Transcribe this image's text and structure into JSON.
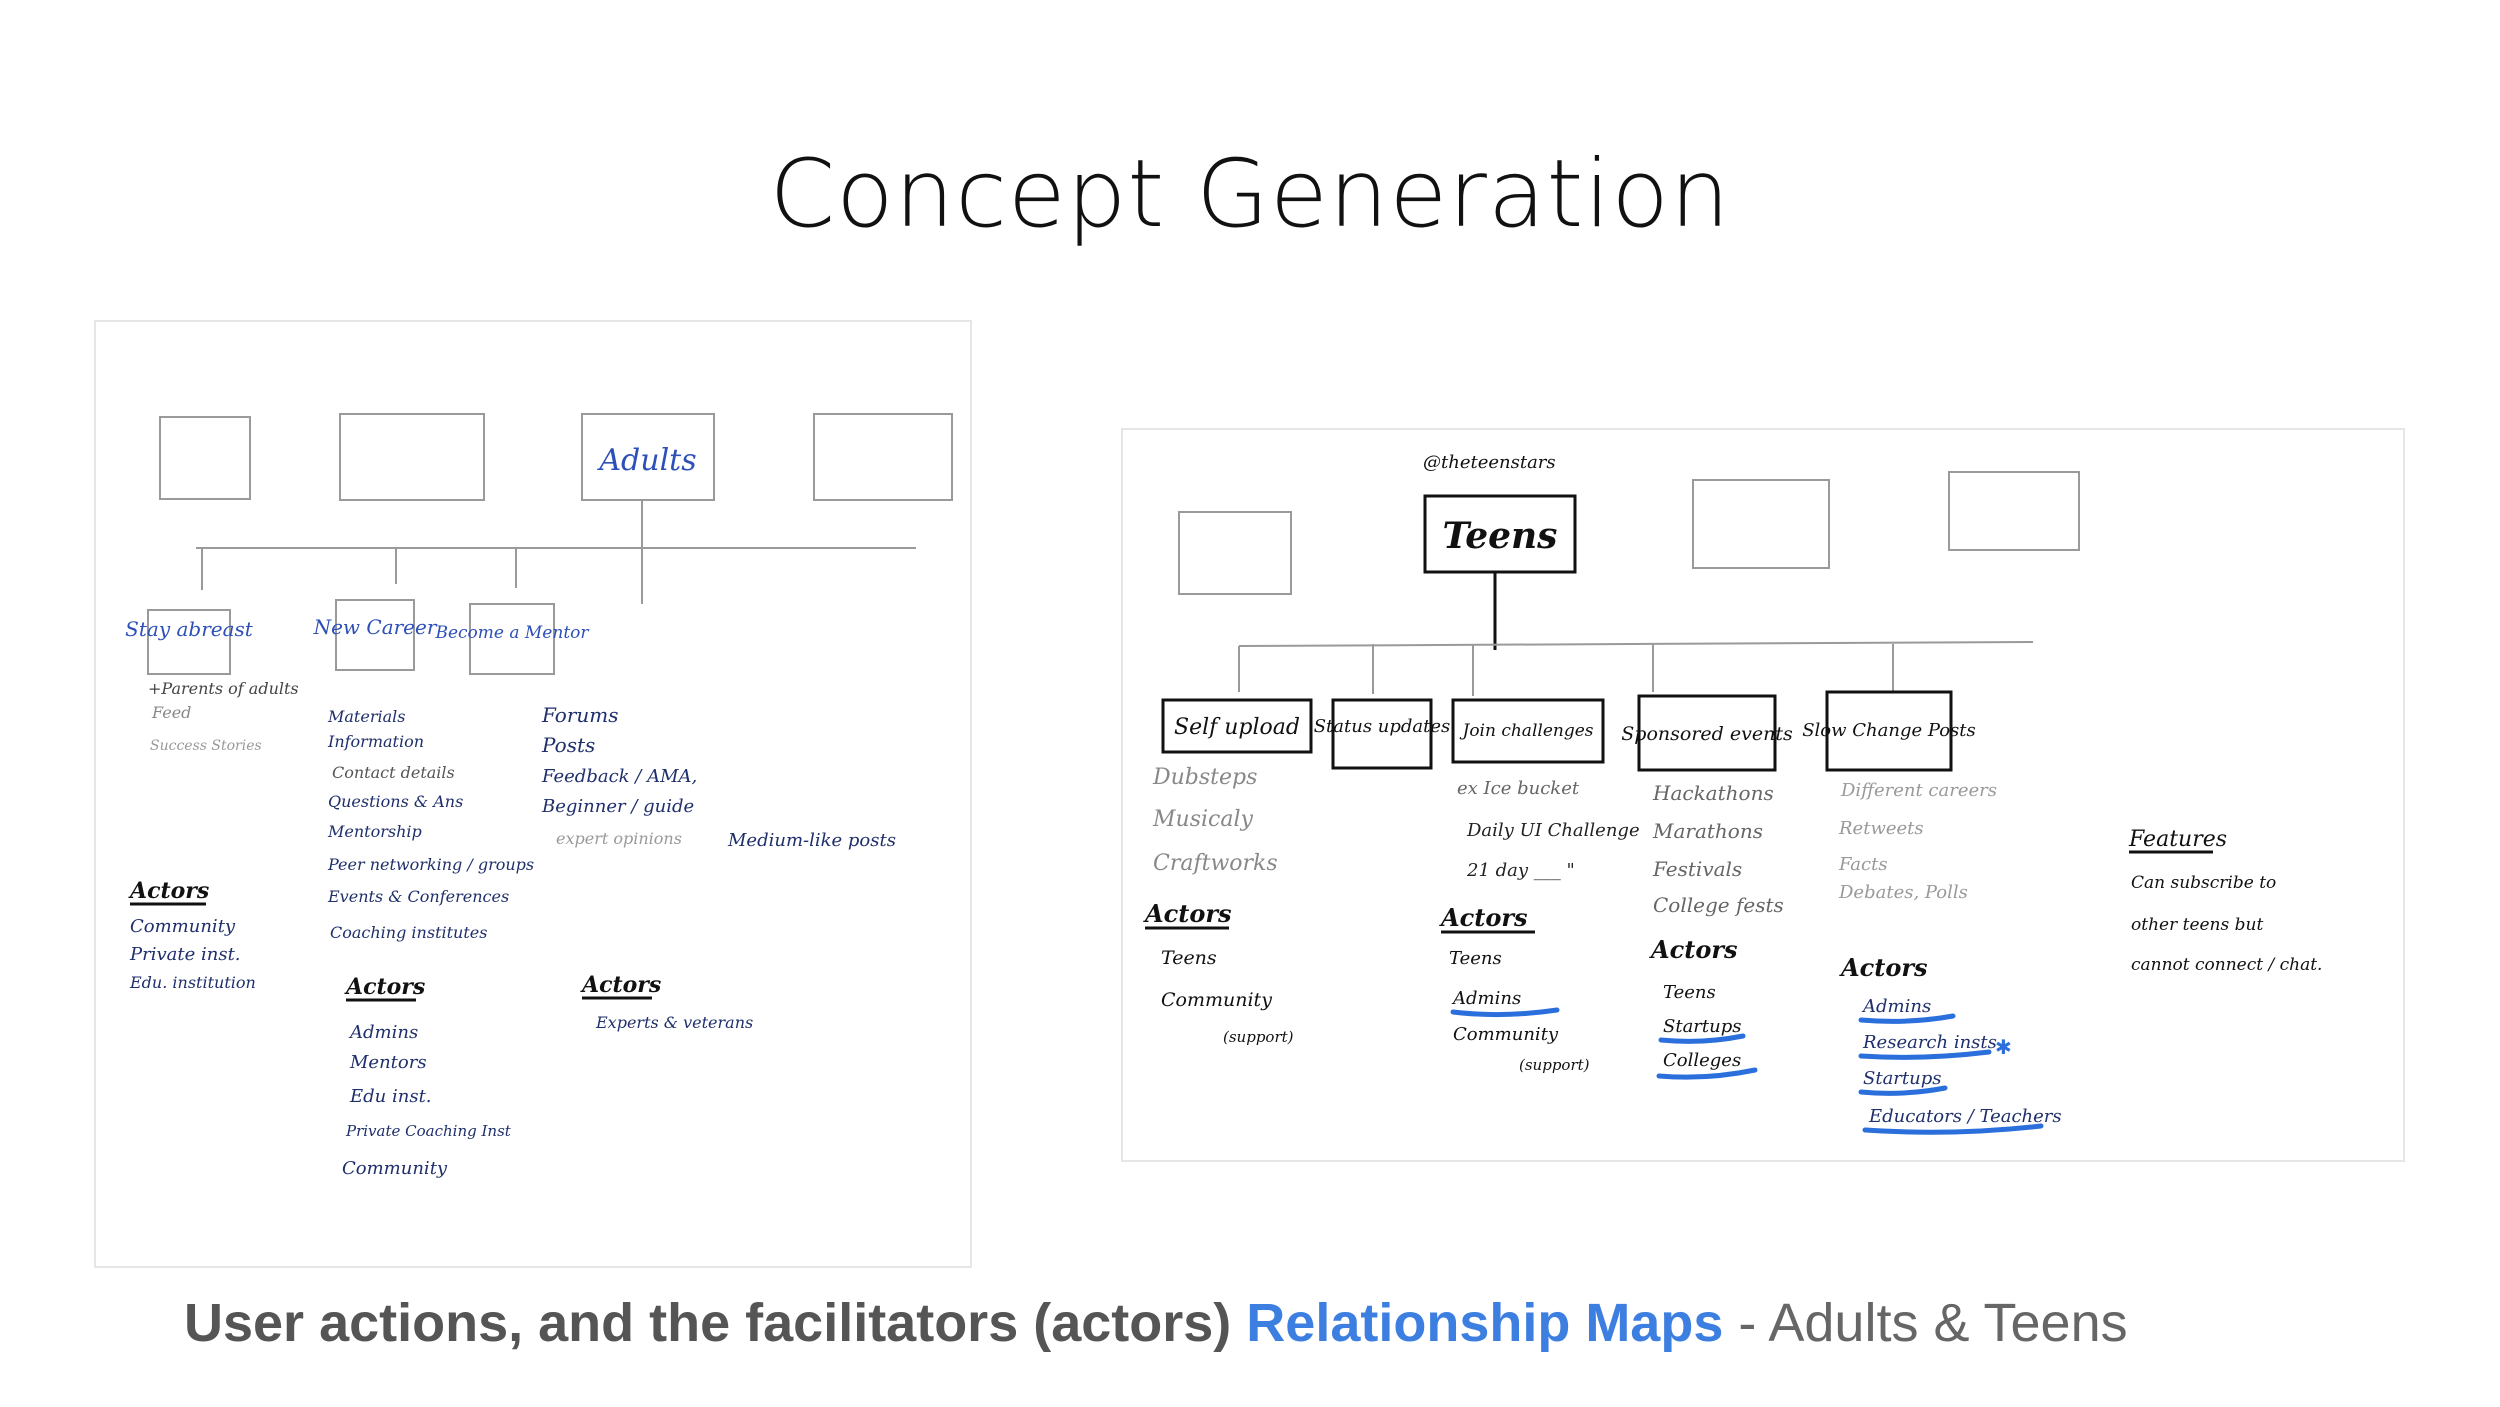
{
  "title": "Concept Generation",
  "caption": {
    "part1": "User actions, and the facilitators (actors)",
    "part2": "Relationship Maps",
    "part3": "- Adults & Teens"
  },
  "adults_sketch": {
    "root_label": "Adults",
    "branches": [
      {
        "label": "Stay abreast"
      },
      {
        "label": "New Career"
      },
      {
        "label": "Become a Mentor"
      }
    ],
    "stay_abreast_notes": [
      "+Parents of adults",
      "Feed",
      "Success Stories"
    ],
    "new_career_items": [
      "Materials",
      "Information",
      "Contact details",
      "Questions & Ans",
      "Mentorship",
      "Peer networking / groups",
      "Events & Conferences",
      "Coaching institutes"
    ],
    "mentor_items": [
      "Forums",
      "Posts",
      "Feedback / AMA,",
      "Beginner / guide",
      "expert opinions"
    ],
    "mentor_note": "Medium-like posts",
    "actors_heading": "Actors",
    "actors_group1": [
      "Community",
      "Private inst.",
      "Edu. institution"
    ],
    "actors_group2": [
      "Admins",
      "Mentors",
      "Edu inst.",
      "Private Coaching Inst",
      "Community"
    ],
    "actors_group3": [
      "Experts & veterans"
    ]
  },
  "teens_sketch": {
    "handle": "@theteenstars",
    "root_label": "Teens",
    "branches": [
      {
        "label": "Self upload"
      },
      {
        "label": "Status updates"
      },
      {
        "label": "Join challenges"
      },
      {
        "label": "Sponsored events"
      },
      {
        "label": "Slow Change Posts"
      }
    ],
    "self_upload_items": [
      "Dubsteps",
      "Musicaly",
      "Craftworks"
    ],
    "challenge_items": [
      "ex Ice bucket",
      "Daily UI Challenge",
      "21 day ___ \""
    ],
    "sponsored_items": [
      "Hackathons",
      "Marathons",
      "Festivals",
      "College fests"
    ],
    "slow_change_items": [
      "Different careers",
      "Retweets",
      "Facts",
      "Debates, Polls"
    ],
    "actors_heading": "Actors",
    "actors_self": [
      "Teens",
      "Community",
      "(support)"
    ],
    "actors_challenge": [
      "Teens",
      "Admins",
      "Community",
      "(support)"
    ],
    "actors_sponsored": [
      "Teens",
      "Startups",
      "Colleges"
    ],
    "actors_slow": [
      "Admins",
      "Research insts",
      "Startups",
      "Educators / Teachers"
    ],
    "features_heading": "Features",
    "features_lines": [
      "Can subscribe to",
      "other teens but",
      "cannot connect / chat."
    ]
  }
}
